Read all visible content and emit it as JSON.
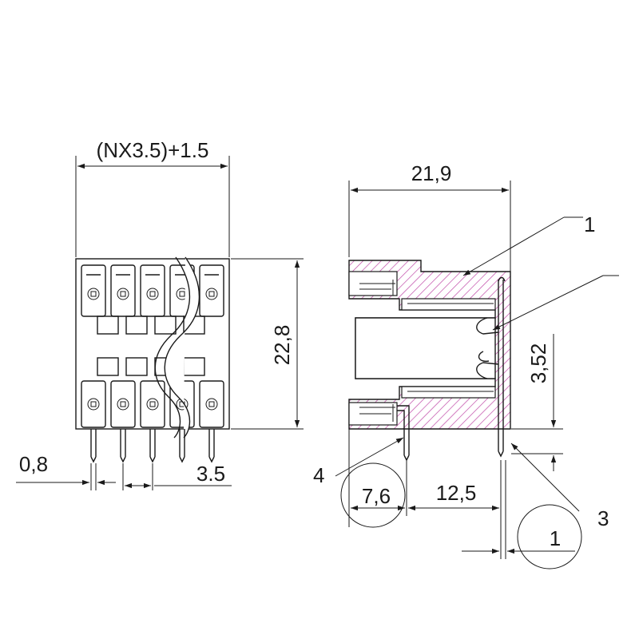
{
  "front_view": {
    "width_label": "(NX3.5)+1.5",
    "height_label": "22,8",
    "pin_label": "0,8",
    "pitch_label": "3.5"
  },
  "side_view": {
    "width_label": "21,9",
    "offset_label": "3,52",
    "pcb_a_label": "7,6",
    "pcb_b_label": "12,5",
    "pin_label": "1"
  },
  "callouts": [
    "1",
    "3",
    "4"
  ],
  "colors": {
    "line": "#1a1a1a",
    "hatch": "#c04aa8",
    "background": "#ffffff"
  }
}
